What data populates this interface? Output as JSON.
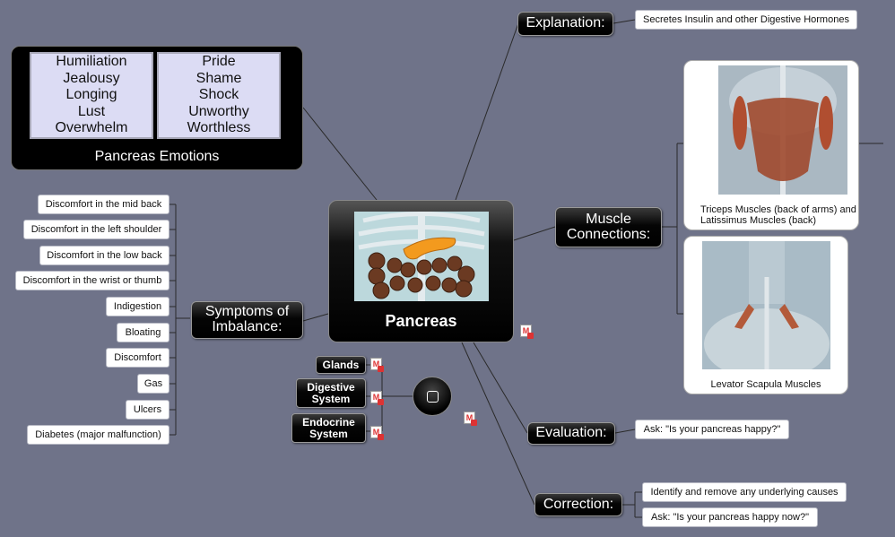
{
  "emotions": {
    "title": "Pancreas Emotions",
    "left": [
      "Humiliation",
      "Jealousy",
      "Longing",
      "Lust",
      "Overwhelm"
    ],
    "right": [
      "Pride",
      "Shame",
      "Shock",
      "Unworthy",
      "Worthless"
    ]
  },
  "center_title": "Pancreas",
  "explanation": {
    "label": "Explanation:",
    "text": "Secretes Insulin and other Digestive Hormones"
  },
  "muscles": {
    "label": "Muscle Connections:",
    "items": [
      "Triceps Muscles (back of arms) and Latissimus Muscles (back)",
      "Levator Scapula Muscles"
    ]
  },
  "symptoms": {
    "label": "Symptoms of Imbalance:",
    "items": [
      "Discomfort in the mid back",
      "Discomfort in the left shoulder",
      "Discomfort in the low back",
      "Discomfort in the wrist or thumb",
      "Indigestion",
      "Bloating",
      "Discomfort",
      "Gas",
      "Ulcers",
      "Diabetes (major malfunction)"
    ]
  },
  "evaluation": {
    "label": "Evaluation:",
    "text": "Ask: \"Is your pancreas happy?\""
  },
  "correction": {
    "label": "Correction:",
    "items": [
      "Identify and remove any underlying causes",
      "Ask: \"Is your pancreas happy now?\""
    ]
  },
  "systems": [
    "Glands",
    "Digestive System",
    "Endocrine System"
  ],
  "icons": {
    "doc": "M"
  }
}
